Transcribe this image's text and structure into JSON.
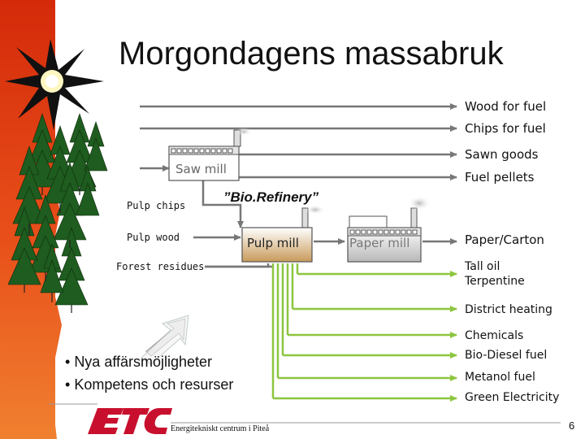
{
  "title": "Morgondagens massabruk",
  "outputs": {
    "wood_for_fuel": "Wood for fuel",
    "chips_for_fuel": "Chips for fuel",
    "sawn_goods": "Sawn goods",
    "fuel_pellets": "Fuel pellets",
    "paper_carton": "Paper/Carton",
    "tall_oil": "Tall oil",
    "terpentine": "Terpentine",
    "district_heating": "District heating",
    "chemicals": "Chemicals",
    "bio_diesel": "Bio-Diesel fuel",
    "metanol": "Metanol fuel",
    "green_electricity": "Green Electricity"
  },
  "inputs": {
    "pulp_chips": "Pulp chips",
    "pulp_wood": "Pulp wood",
    "forest_residues": "Forest residues"
  },
  "mills": {
    "saw_mill": "Saw mill",
    "pulp_mill": "Pulp mill",
    "paper_mill": "Paper mill"
  },
  "biorefinery_label": "”Bio.Refinery”",
  "bullets": [
    "Nya affärsmöjligheter",
    "Kompetens och resurser"
  ],
  "logo_text": "ETC",
  "footer": "Energitekniskt centrum i Piteå",
  "page_number": "6",
  "colors": {
    "arrow_gray": "#777777",
    "arrow_green": "#8cc63f",
    "tree_green": "#1f5c1f",
    "flame_red": "#d42a0a",
    "logo_red": "#c8102e"
  }
}
